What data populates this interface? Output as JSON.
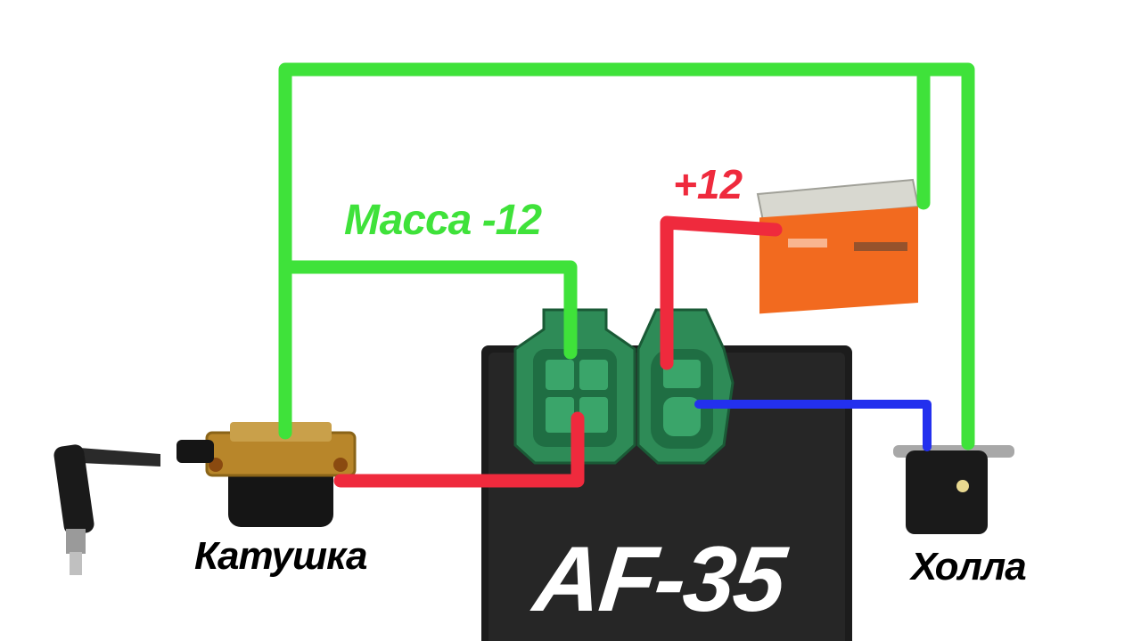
{
  "labels": {
    "ground": "Масса -12",
    "plus": "+12",
    "coil": "Катушка",
    "hall": "Холла",
    "model": "AF-35"
  },
  "colors": {
    "ground_wire": "#3fe23a",
    "plus_wire": "#ef2a3d",
    "signal_wire": "#2330ee",
    "module_body": "#1c1c1c",
    "connector": "#2e8b57",
    "battery": "#f26a1f"
  },
  "icons": {
    "module": "cdi-module-icon",
    "battery": "battery-icon",
    "coil": "ignition-coil-icon",
    "spark_plug": "spark-plug-icon",
    "hall_sensor": "hall-sensor-icon"
  }
}
